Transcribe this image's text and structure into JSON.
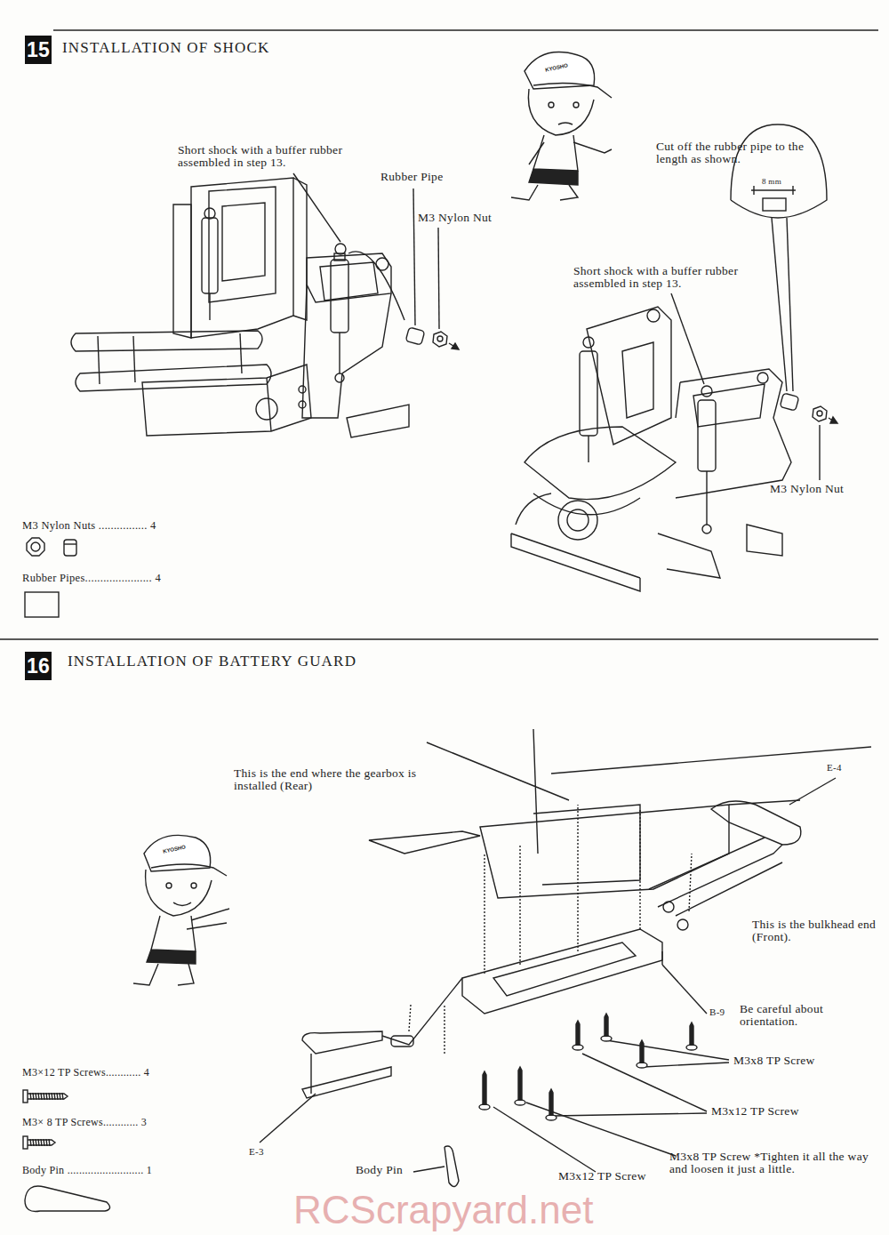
{
  "diagram": {
    "labels": [
      "15",
      "INSTALLATION OF SHOCK",
      "Short shock with a buffer rubber assembled in step 13.",
      "Rubber Pipe",
      "M3 Nylon Nut",
      "Cut off the rubber pipe to the length as shown.",
      "8 mm",
      "Short shock with a buffer rubber assembled in step 13.",
      "M3 Nylon Nut",
      "M3 Nylon Nuts ................ 4",
      "Rubber Pipes...................... 4",
      "16",
      "INSTALLATION OF BATTERY GUARD",
      "This is the end where the gearbox is installed (Rear)",
      "E-4",
      "This is the bulkhead end (Front).",
      "B-9",
      "Be careful about orientation.",
      "M3x8 TP Screw",
      "M3x12 TP Screw",
      "M3x8 TP Screw *Tighten it all the way and loosen it just a little.",
      "M3x12 TP Screw",
      "E-3",
      "Body Pin",
      "M3×12 TP Screws............ 4",
      "M3× 8 TP Screws............ 3",
      "Body Pin .......................... 1",
      "RCScrapyard.net",
      "KYOSHO",
      "KYOSHO"
    ]
  }
}
